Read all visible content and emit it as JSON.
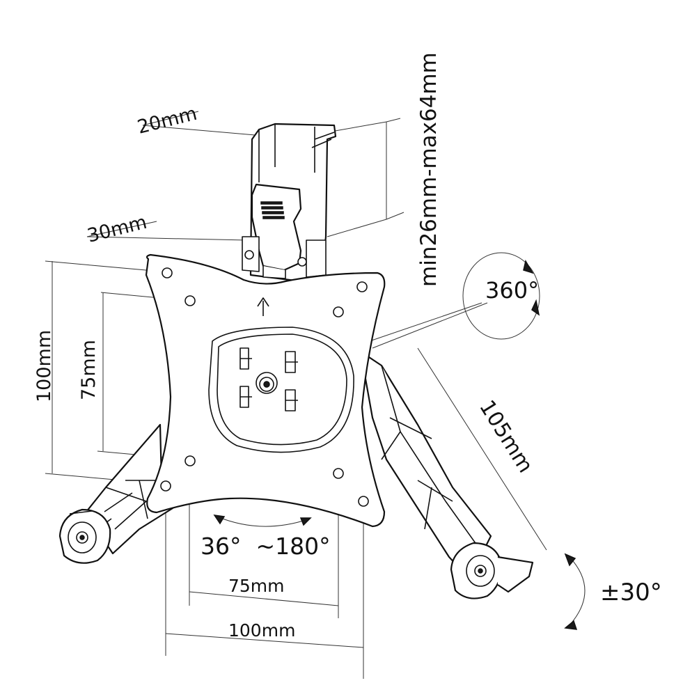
{
  "labels": {
    "clamp_width": "20mm",
    "clamp_depth": "30mm",
    "clamp_range": "min26mm-max64mm",
    "rotation": "360°",
    "arm_length": "105mm",
    "vesa_h_outer": "100mm",
    "vesa_h_inner": "75mm",
    "vesa_w_inner": "75mm",
    "vesa_w_outer": "100mm",
    "swivel": "36°  ~180°",
    "tilt": "±30°"
  },
  "colors": {
    "ink": "#111111",
    "background": "#ffffff"
  }
}
